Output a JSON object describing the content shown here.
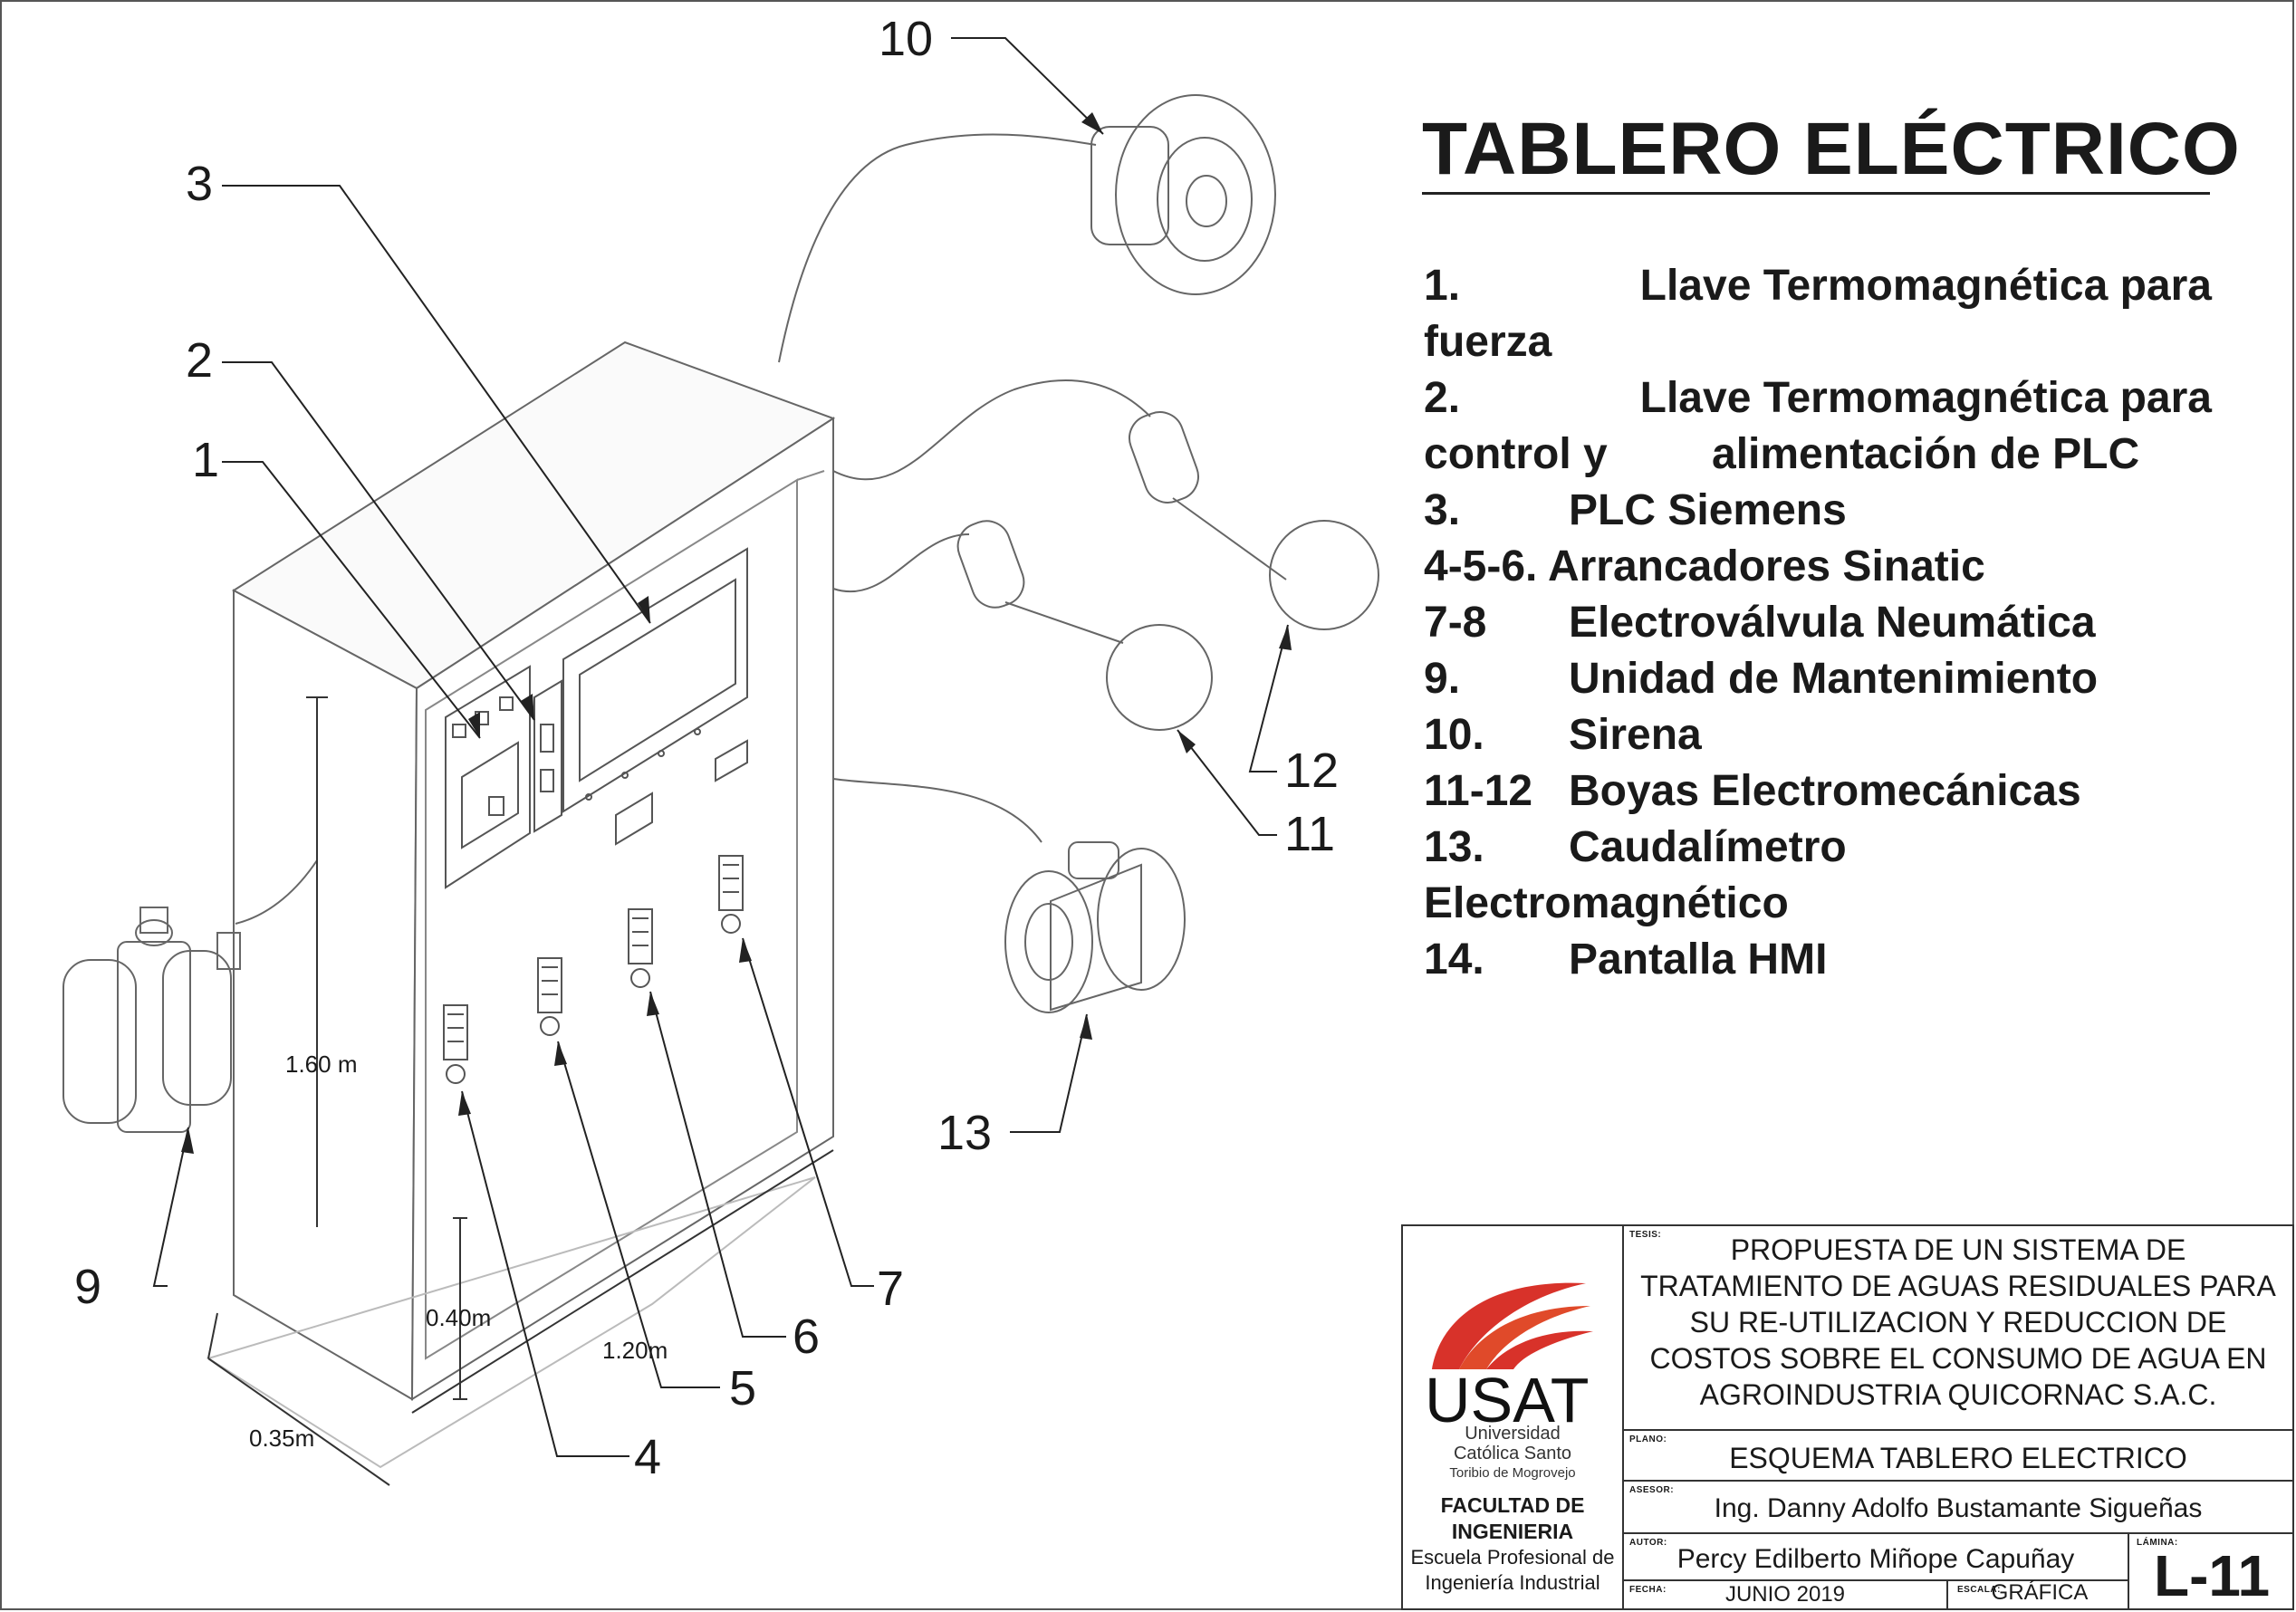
{
  "title": "TABLERO ELÉCTRICO",
  "legend": {
    "l1a_num": "1.",
    "l1a_text": "Llave Termomagnética para",
    "l1b": "fuerza",
    "l2a_num": "2.",
    "l2a_text": "Llave Termomagnética para",
    "l2b_a": "control y",
    "l2b_b": "alimentación de PLC",
    "l3_num": "3.",
    "l3_text": "PLC Siemens",
    "l4": "4-5-6. Arrancadores Sinatic",
    "l7_num": "7-8",
    "l7_text": "Electroválvula Neumática",
    "l9_num": "9.",
    "l9_text": "Unidad de Mantenimiento",
    "l10_num": "10.",
    "l10_text": "Sirena",
    "l11_num": "11-12",
    "l11_text": "Boyas Electromecánicas",
    "l13_num": "13.",
    "l13_text": "Caudalímetro",
    "l13b": "Electromagnético",
    "l14_num": "14.",
    "l14_text": "Pantalla HMI"
  },
  "callouts": {
    "c1": "1",
    "c2": "2",
    "c3": "3",
    "c4": "4",
    "c5": "5",
    "c6": "6",
    "c7": "7",
    "c9": "9",
    "c10": "10",
    "c11": "11",
    "c12": "12",
    "c13": "13"
  },
  "dimensions": {
    "height": "1.60 m",
    "base": "0.40m",
    "width": "1.20m",
    "depth": "0.35m"
  },
  "title_block": {
    "logo": "USAT",
    "uni_1": "Universidad",
    "uni_2": "Católica Santo",
    "uni_3": "Toribio de Mogrovejo",
    "faculty_1": "FACULTAD DE",
    "faculty_2": "INGENIERIA",
    "school_1": "Escuela Profesional de",
    "school_2": "Ingeniería Industrial",
    "tesis_label": "TESIS:",
    "tesis_1": "PROPUESTA DE UN SISTEMA DE",
    "tesis_2": "TRATAMIENTO DE AGUAS RESIDUALES PARA",
    "tesis_3": "SU RE-UTILIZACION Y REDUCCION DE",
    "tesis_4": "COSTOS SOBRE EL CONSUMO DE AGUA EN",
    "tesis_5": "AGROINDUSTRIA QUICORNAC S.A.C.",
    "plano_label": "PLANO:",
    "plano": "ESQUEMA TABLERO ELECTRICO",
    "asesor_label": "ASESOR:",
    "asesor": "Ing. Danny Adolfo Bustamante Sigueñas",
    "autor_label": "AUTOR:",
    "autor": "Percy Edilberto Miñope Capuñay",
    "lamina_label": "LÁMINA:",
    "lamina": "L-11",
    "fecha_label": "FECHA:",
    "fecha": "JUNIO 2019",
    "escala_label": "ESCALA:",
    "escala": "GRÁFICA"
  },
  "colors": {
    "ink": "#1a1a1a",
    "logo_red": "#d8322a"
  }
}
